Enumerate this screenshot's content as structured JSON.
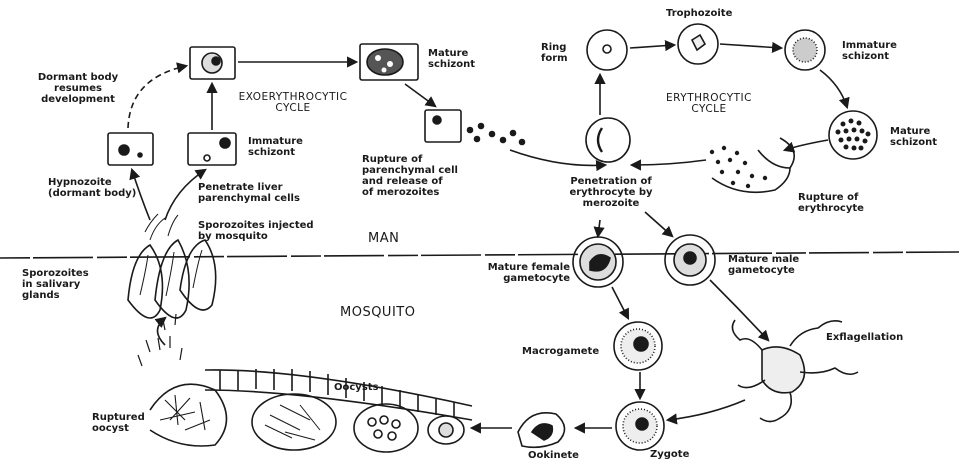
{
  "regions": {
    "man": "MAN",
    "mosquito": "MOSQUITO"
  },
  "cycles": {
    "exo": "EXOERYTHROCYTIC\nCYCLE",
    "ery": "ERYTHROCYTIC\nCYCLE"
  },
  "labels": {
    "dormant_resumes": "Dormant body\nresumes\ndevelopment",
    "hypnozoite": "Hypnozoite\n(dormant body)",
    "immature_schizont_liver": "Immature\nschizont",
    "mature_schizont_liver": "Mature\nschizont",
    "penetrate_liver": "Penetrate liver\nparenchymal cells",
    "sporozoites_injected": "Sporozoites injected\nby mosquito",
    "rupture_parenchymal": "Rupture of\nparenchymal cell\nand release of\nof merozoites",
    "ring_form": "Ring\nform",
    "trophozoite": "Trophozoite",
    "immature_schizont_blood": "Immature\nschizont",
    "mature_schizont_blood": "Mature\nschizont",
    "penetration_erythrocyte": "Penetration of\nerythrocyte by\nmerozoite",
    "rupture_erythrocyte": "Rupture of\nerythrocyte",
    "mature_female": "Mature female\ngametocyte",
    "mature_male": "Mature male\ngametocyte",
    "sporozoites_salivary": "Sporozoites\nin salivary\nglands",
    "macrogamete": "Macrogamete",
    "exflagellation": "Exflagellation",
    "oocysts": "Oocysts",
    "ruptured_oocyst": "Ruptured\noocyst",
    "ookinete": "Ookinete",
    "zygote": "Zygote"
  },
  "colors": {
    "ink": "#1a1a1a",
    "paper": "#ffffff"
  }
}
